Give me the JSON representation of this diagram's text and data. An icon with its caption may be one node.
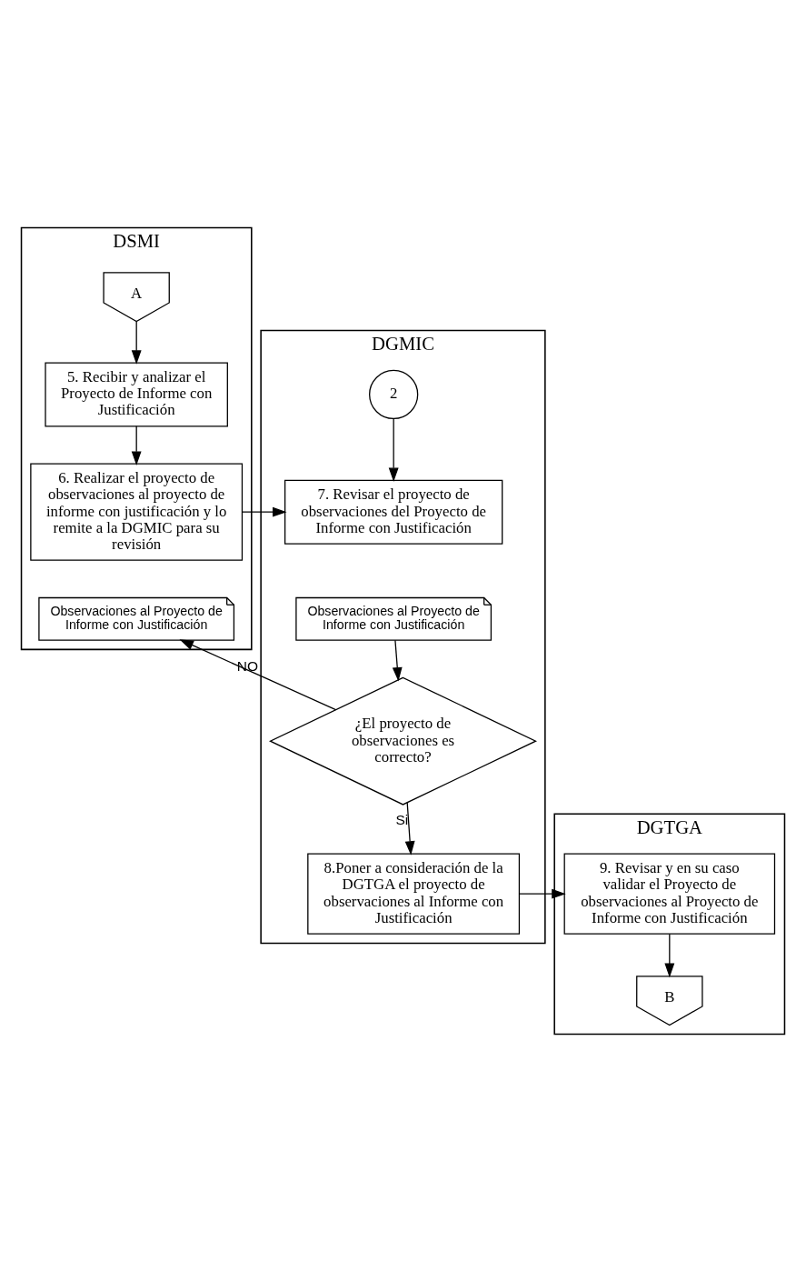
{
  "diagram": {
    "nodes": [
      {
        "text": [
          "DSMI"
        ]
      },
      {
        "text": [
          "DGMIC"
        ]
      },
      {
        "text": [
          "DGTGA"
        ]
      },
      {
        "text": [
          "A"
        ],
        "in": 0
      },
      {
        "text": [
          "5. Recibir y analizar el Proyecto de Informe con Justificación"
        ],
        "in": 0
      },
      {
        "text": [
          "6. Realizar el proyecto de observaciones al proyecto de informe con justificación y lo remite a la DGMIC para su revisión"
        ],
        "in": 0
      },
      {
        "text": [
          "Observaciones al Proyecto de Informe con Justificación"
        ],
        "in": 0
      },
      {
        "text": [
          "2"
        ],
        "in": 1
      },
      {
        "text": [
          "7. Revisar el proyecto de observaciones del Proyecto de Informe con Justificación"
        ],
        "in": 1
      },
      {
        "text": [
          "Observaciones al Proyecto de Informe con Justificación"
        ],
        "in": 1
      },
      {
        "text": [
          "¿El proyecto de observaciones es correcto?"
        ],
        "in": 1
      },
      {
        "text": [
          "8.Poner a consideración de la DGTGA el proyecto de observaciones al Informe con Justificación"
        ],
        "in": 1
      },
      {
        "text": [
          "9. Revisar y en su caso validar el Proyecto de observaciones al Proyecto de Informe con Justificación"
        ],
        "in": 2
      },
      {
        "text": [
          "B"
        ],
        "in": 2
      }
    ],
    "edges": [
      {
        "from": 3,
        "to": 4,
        "arrow": "to"
      },
      {
        "from": 4,
        "to": 5,
        "arrow": "to"
      },
      {
        "from": 5,
        "to": 8,
        "arrow": "to"
      },
      {
        "from": 7,
        "to": 8,
        "arrow": "to"
      },
      {
        "from": 9,
        "to": 10,
        "arrow": "to"
      },
      {
        "from": 10,
        "to": 6,
        "arrow": "to",
        "label": "NO"
      },
      {
        "from": 10,
        "to": 11,
        "arrow": "to",
        "label": "Si"
      },
      {
        "from": 11,
        "to": 12,
        "arrow": "to"
      },
      {
        "from": 12,
        "to": 13,
        "arrow": "to"
      }
    ]
  }
}
